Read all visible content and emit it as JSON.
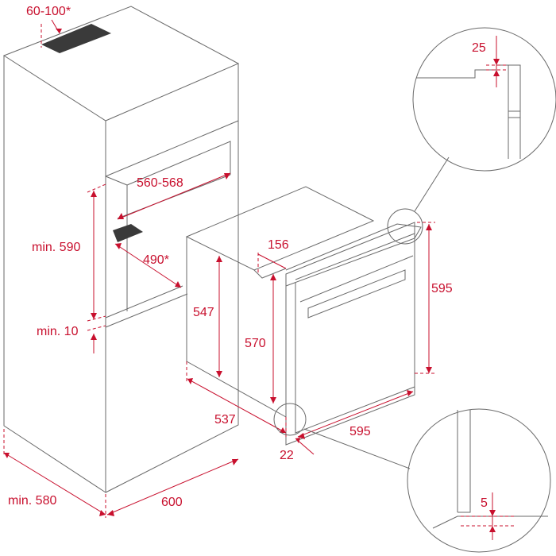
{
  "colors": {
    "line": "#6a6a6a",
    "dimension": "#c8102e",
    "shade": "#3a3a3a"
  },
  "labels": {
    "vent_top": "60-100*",
    "cabinet_height": "min. 590",
    "cabinet_gap": "min. 10",
    "cabinet_width": "560-568",
    "vent_depth": "490*",
    "cabinet_depth": "min. 580",
    "cabinet_front_width": "600",
    "oven_side_height": "547",
    "oven_recess": "156",
    "oven_body_height": "570",
    "oven_depth": "537",
    "oven_door": "22",
    "oven_width": "595",
    "oven_height": "595",
    "detail_top": "25",
    "detail_bottom": "5"
  }
}
